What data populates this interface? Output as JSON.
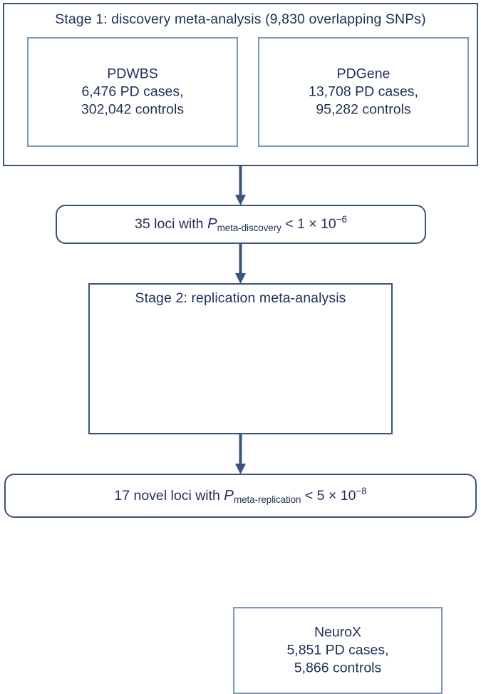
{
  "diagram": {
    "type": "flowchart",
    "title_text": "Two-stage genome-wide meta-analysis flowchart",
    "colors": {
      "outer_border": "#3b5479",
      "inner_border": "#7b96ba",
      "text": "#1f3055",
      "arrow": "#3b5479",
      "background": "#ffffff"
    }
  },
  "stage1": {
    "title": "Stage 1: discovery meta-analysis (9,830 overlapping SNPs)",
    "cohorts": [
      {
        "name": "PDWBS",
        "cases": "6,476 PD cases,",
        "controls": "302,042 controls"
      },
      {
        "name": "PDGene",
        "cases": "13,708 PD cases,",
        "controls": "95,282 controls"
      }
    ]
  },
  "discovery_result": {
    "lead": "35 loci with ",
    "p_symbol": "P",
    "p_subscript": "meta-discovery",
    "comparator": " < 1 × 10",
    "exponent": "−6"
  },
  "stage2": {
    "title": "Stage 2: replication meta-analysis",
    "cohort": {
      "name": "NeuroX",
      "cases": "5,851 PD cases,",
      "controls": "5,866 controls"
    }
  },
  "final_result": {
    "lead": "17 novel loci with ",
    "p_symbol": "P",
    "p_subscript": "meta-replication",
    "comparator": " < 5 × 10",
    "exponent": "−8"
  },
  "arrows": [
    {
      "name": "stage1-to-discovery",
      "direction": "down"
    },
    {
      "name": "discovery-to-stage2",
      "direction": "down"
    },
    {
      "name": "stage2-to-final",
      "direction": "down"
    }
  ]
}
